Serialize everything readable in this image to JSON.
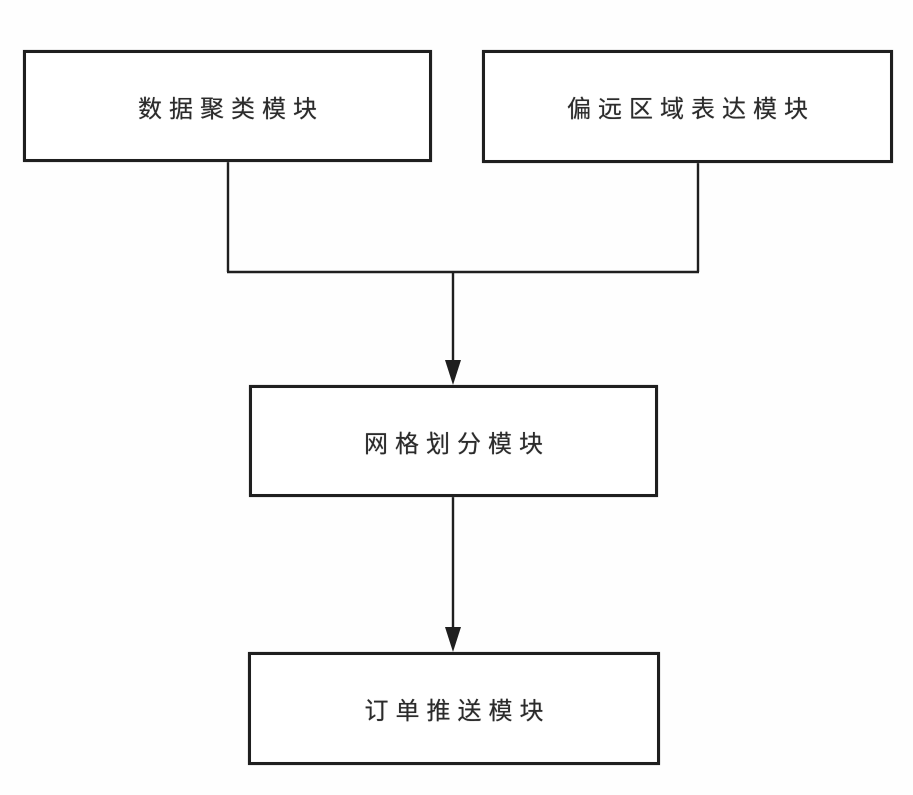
{
  "diagram": {
    "type": "block-diagram",
    "background_color": "#ffffff",
    "line_color": "#1f1f1f",
    "text_color": "#2b2b2b",
    "nodes": [
      {
        "id": "data-clustering",
        "label": "数据聚类模块"
      },
      {
        "id": "remote-area",
        "label": "偏远区域表达模块"
      },
      {
        "id": "grid-division",
        "label": "网格划分模块"
      },
      {
        "id": "order-push",
        "label": "订单推送模块"
      }
    ],
    "edges": [
      {
        "from": "data-clustering",
        "to": "grid-division",
        "style": "merge-then-arrow"
      },
      {
        "from": "remote-area",
        "to": "grid-division",
        "style": "merge-then-arrow"
      },
      {
        "from": "grid-division",
        "to": "order-push",
        "style": "arrow"
      }
    ]
  }
}
